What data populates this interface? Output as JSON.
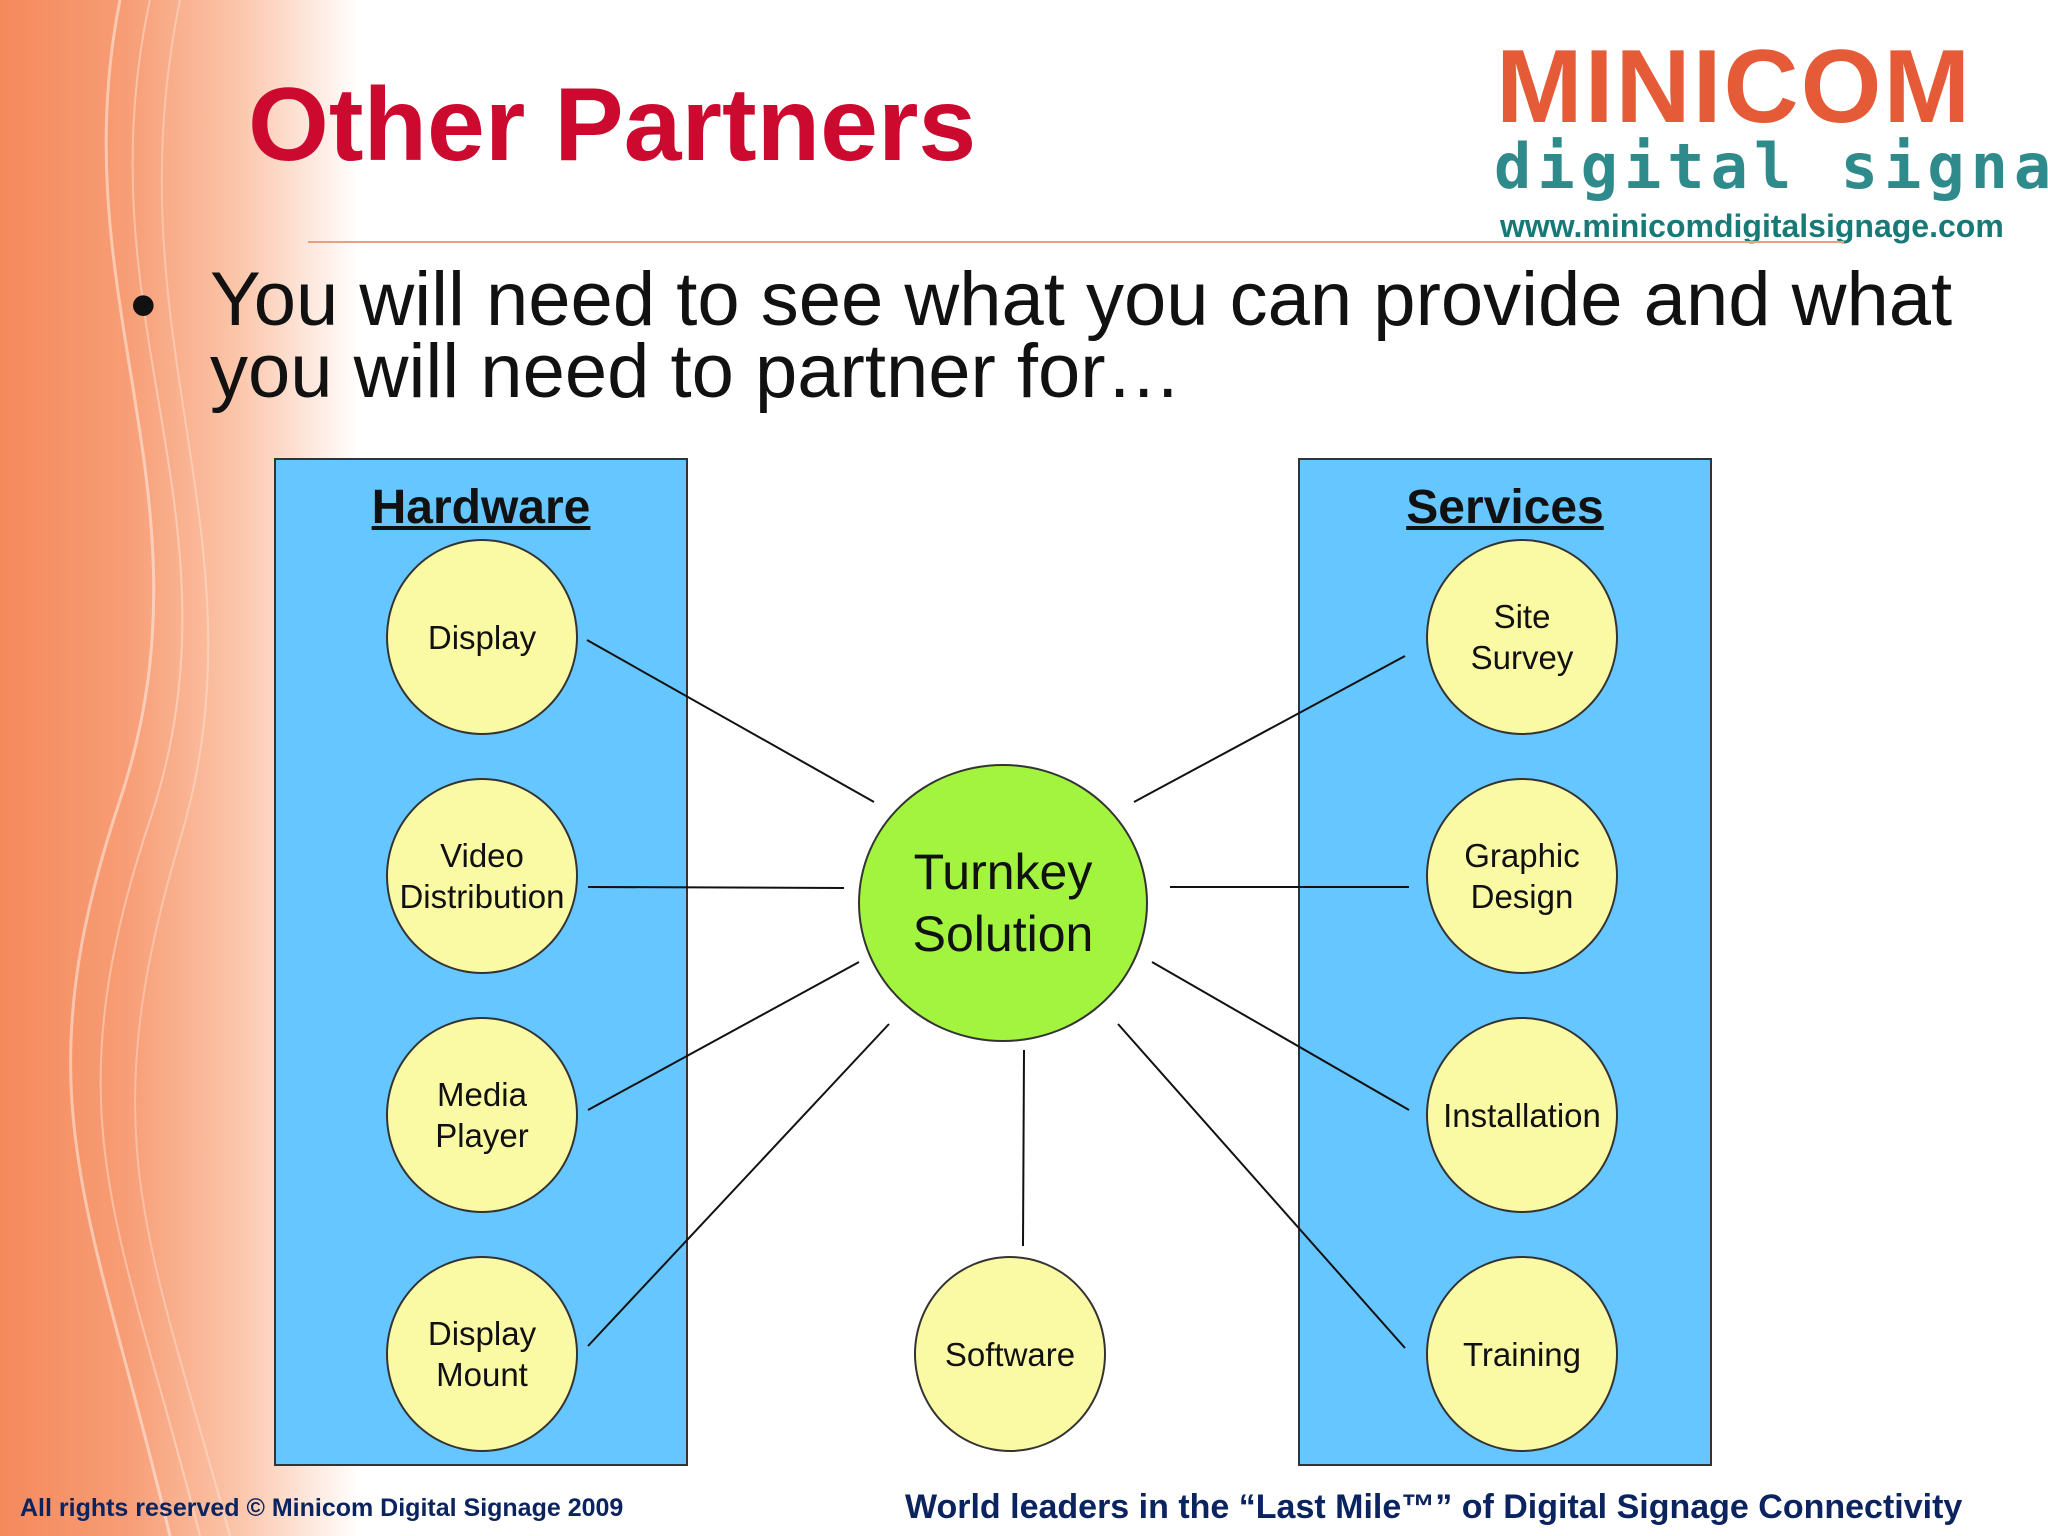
{
  "slide": {
    "title": "Other Partners",
    "bullet": "You will need to see what you can provide and what you will need to partner for…"
  },
  "logo": {
    "wordmark": "MINICOM",
    "tagline": "digital signage",
    "url": "www.minicomdigitalsignage.com"
  },
  "diagram": {
    "hub": {
      "label": "Turnkey\nSolution"
    },
    "hardware": {
      "title": "Hardware",
      "items": [
        "Display",
        "Video\nDistribution",
        "Media Player",
        "Display\nMount"
      ]
    },
    "services": {
      "title": "Services",
      "items": [
        "Site\nSurvey",
        "Graphic\nDesign",
        "Installation",
        "Training"
      ]
    },
    "standalone": {
      "label": "Software"
    }
  },
  "footer": {
    "copyright": "All rights reserved © Minicom Digital Signage 2009",
    "slogan": "World leaders in the “Last Mile™” of Digital Signage Connectivity"
  },
  "colors": {
    "title": "#cc0a2f",
    "panel": "#66c6ff",
    "node": "#fafaa4",
    "hub": "#a3f43f",
    "footer": "#0b2460",
    "logo_word": "#e55b37",
    "logo_sub": "#2f8a8c"
  }
}
